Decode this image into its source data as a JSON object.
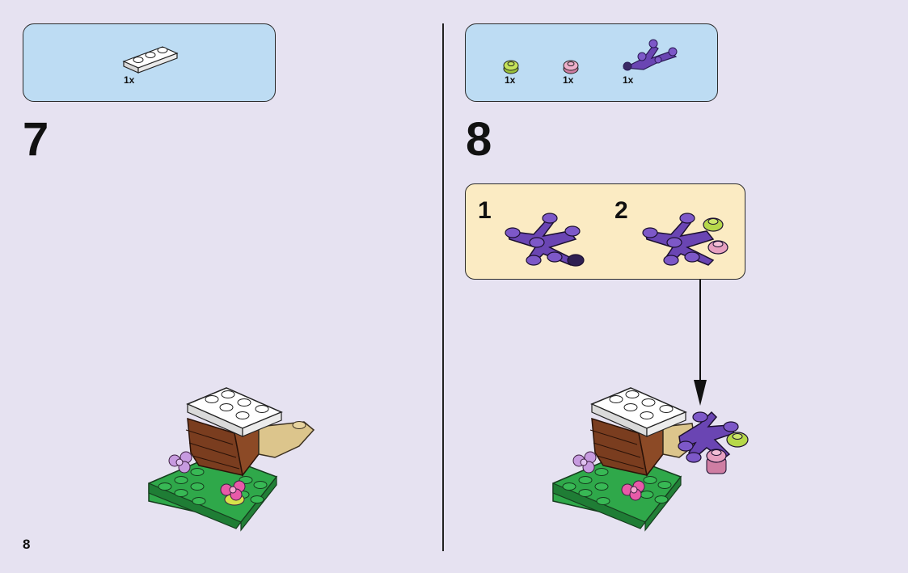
{
  "page": {
    "number": "8"
  },
  "steps": [
    {
      "number": "7",
      "parts": [
        {
          "qty": "1x",
          "icon": "white-plate-1x3-icon",
          "color": "#ffffff"
        }
      ]
    },
    {
      "number": "8",
      "parts": [
        {
          "qty": "1x",
          "icon": "lime-round-plate-icon",
          "color": "#b6d84a"
        },
        {
          "qty": "1x",
          "icon": "pink-round-plate-icon",
          "color": "#e7a0c0"
        },
        {
          "qty": "1x",
          "icon": "purple-branch-icon",
          "color": "#6a45b3"
        }
      ],
      "substeps": [
        {
          "number": "1"
        },
        {
          "number": "2"
        }
      ]
    }
  ],
  "colors": {
    "background": "#e6e2f1",
    "parts_box": "#bddcf3",
    "substep_box": "#fbebc3",
    "green_base": "#2fa84a",
    "brown": "#7a3d1f",
    "tan": "#dcc58c",
    "purple": "#6a45b3"
  }
}
